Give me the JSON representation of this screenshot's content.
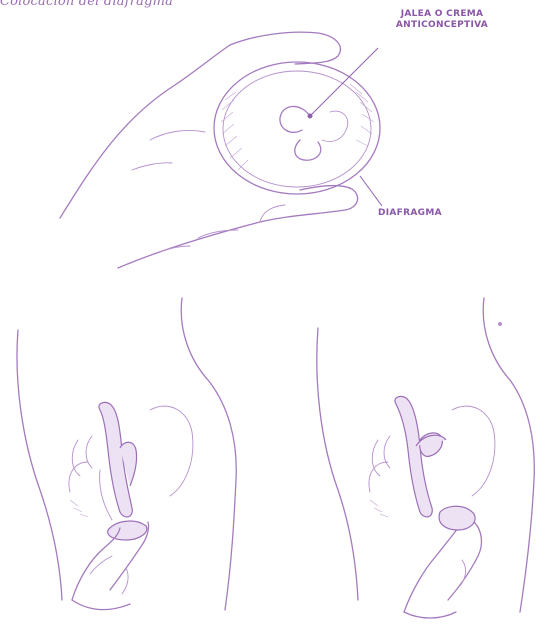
{
  "figure": {
    "title": "Colocación del diafragma",
    "callouts": {
      "jelly": "JALEA O CREMA\nANTICONCEPTIVA",
      "diaphragm": "DIAFRAGMA"
    }
  },
  "colors": {
    "line": "#a47bbf",
    "label": "#8a56a8",
    "fill": "#ece2f3"
  }
}
